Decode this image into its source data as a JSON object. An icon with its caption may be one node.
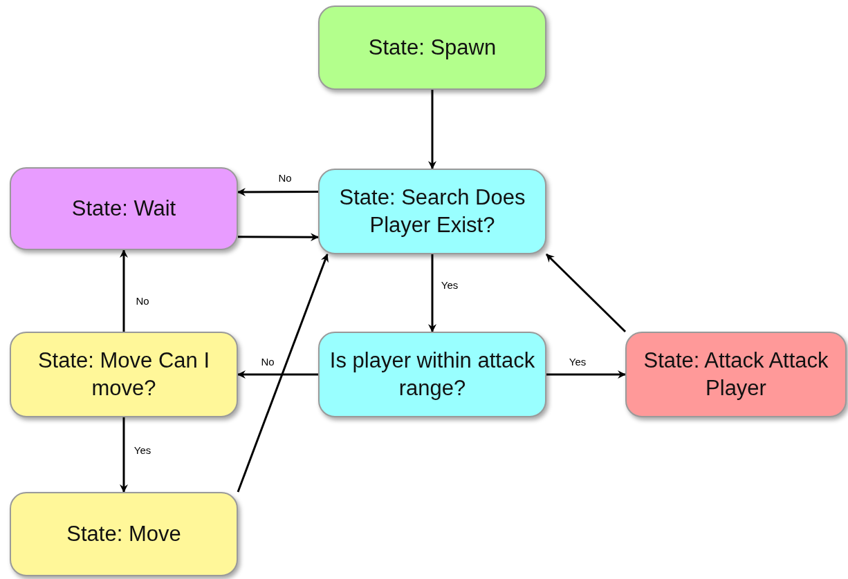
{
  "diagram": {
    "nodes": [
      {
        "text": [
          "State: Spawn"
        ]
      },
      {
        "text": [
          "State: Wait"
        ]
      },
      {
        "text": [
          "State: Search Does Player Exist?"
        ]
      },
      {
        "text": [
          "State: Move Can I move?"
        ]
      },
      {
        "text": [
          "Is player within attack range?"
        ]
      },
      {
        "text": [
          "State: Attack Attack Player"
        ]
      },
      {
        "text": [
          "State: Move"
        ]
      }
    ],
    "edges": [
      {
        "from": 0,
        "to": 2,
        "arrow": "to"
      },
      {
        "from": 2,
        "to": 1,
        "arrow": "to",
        "label": "No"
      },
      {
        "from": 1,
        "to": 2,
        "arrow": "to"
      },
      {
        "from": 2,
        "to": 4,
        "arrow": "to",
        "label": "Yes"
      },
      {
        "from": 4,
        "to": 5,
        "arrow": "to",
        "label": "Yes"
      },
      {
        "from": 5,
        "to": 2,
        "arrow": "to"
      },
      {
        "from": 4,
        "to": 3,
        "arrow": "to",
        "label": "No"
      },
      {
        "from": 3,
        "to": 1,
        "arrow": "to",
        "label": "No"
      },
      {
        "from": 3,
        "to": 6,
        "arrow": "to",
        "label": "Yes"
      },
      {
        "from": 6,
        "to": 2,
        "arrow": "to"
      }
    ]
  }
}
